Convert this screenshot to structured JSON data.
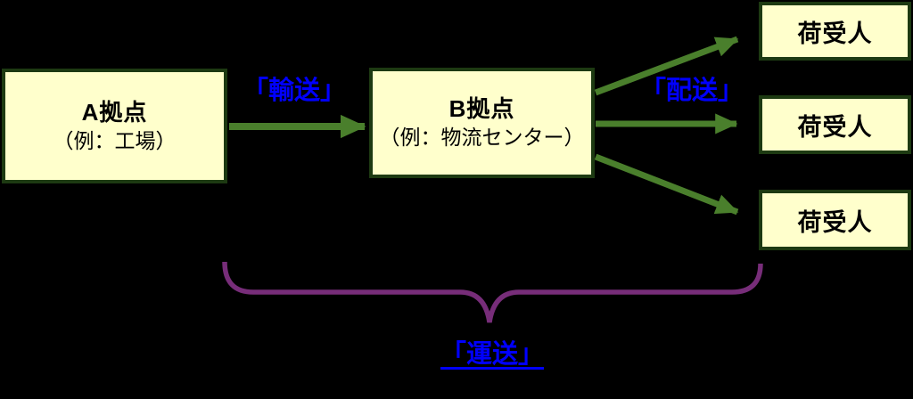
{
  "diagram_title": "logistics-terms-diagram",
  "nodes": {
    "point_a": {
      "title": "A拠点",
      "subtitle": "（例：工場）"
    },
    "point_b": {
      "title": "B拠点",
      "subtitle": "（例：物流センター）"
    },
    "consignees": [
      {
        "label": "荷受人"
      },
      {
        "label": "荷受人"
      },
      {
        "label": "荷受人"
      }
    ]
  },
  "labels": {
    "transport": "「輸送」",
    "delivery": "「配送」",
    "carriage": "「運送」"
  },
  "colors": {
    "background": "#000000",
    "box_fill": "#ffffcc",
    "box_border": "#1d3a12",
    "arrow_green": "#4a7f2c",
    "label_blue": "#0000ff",
    "brace_purple": "#772d79",
    "text_black": "#000000"
  }
}
